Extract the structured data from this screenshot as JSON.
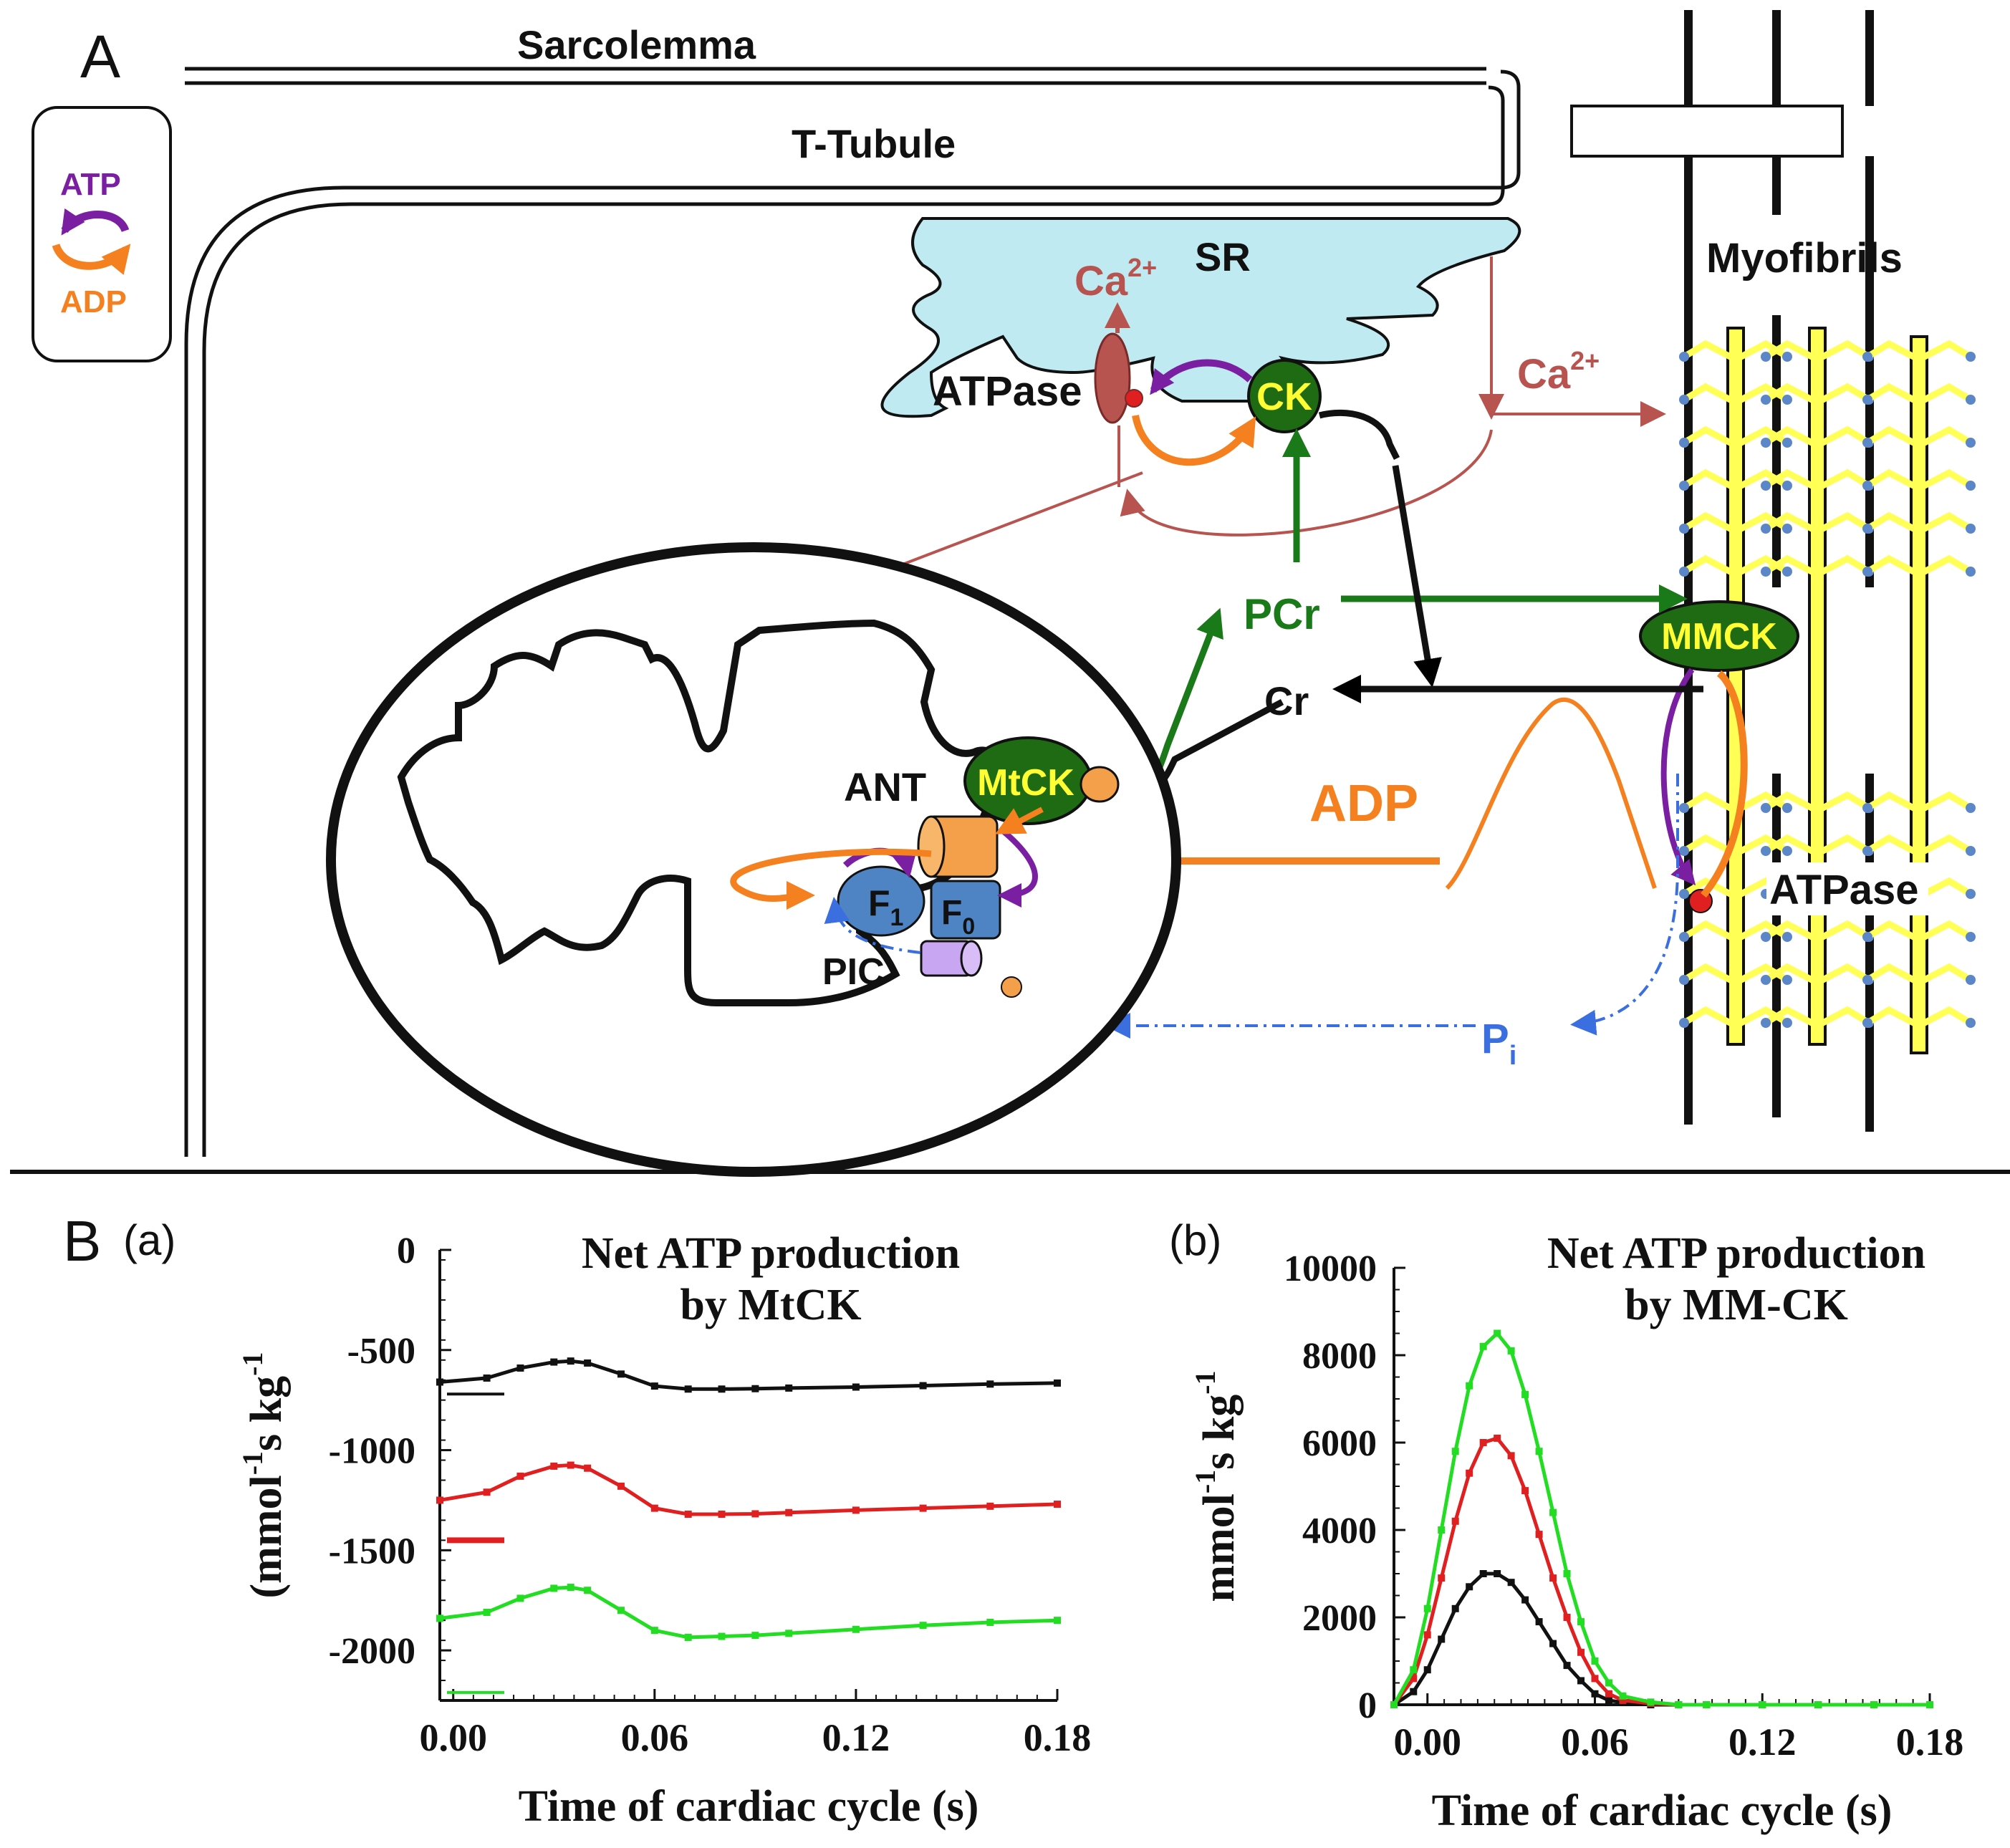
{
  "panel_a": {
    "letter": "A",
    "legend": {
      "atp": "ATP",
      "adp": "ADP"
    },
    "labels": {
      "sarcolemma": "Sarcolemma",
      "t_tubule": "T-Tubule",
      "sr": "SR",
      "ca_base": "Ca",
      "ca_sup": "2+",
      "atpase_sr": "ATPase",
      "ck": "CK",
      "myofibrils": "Myofibrils",
      "mmck": "MMCK",
      "pcr": "PCr",
      "cr": "Cr",
      "mtck": "MtCK",
      "ant": "ANT",
      "adp_flux": "ADP",
      "f1_base": "F",
      "f1_sub": "1",
      "f0_base": "F",
      "f0_sub": "0",
      "pic": "PIC",
      "atpase_myo": "ATPase",
      "pi_base": "P",
      "pi_sub": "i"
    },
    "colors": {
      "atp": "#7b1fa2",
      "adp": "#f4801f",
      "ca": "#b85450",
      "pcr": "#1a7a1a",
      "pi": "#3b6fe0",
      "sr": "#bfeaf1",
      "ck": "#1e6b14",
      "ck_text": "#ffff33",
      "myosin": "#ffff55"
    }
  },
  "panel_b": {
    "letter": "B",
    "sub_a": "(a)",
    "sub_b": "(b)"
  },
  "chart_data": [
    {
      "type": "line",
      "title": "Net ATP production\nby  MtCK",
      "title_lines": [
        "Net ATP production",
        "by  MtCK"
      ],
      "xlabel": "Time of cardiac cycle (s)",
      "ylabel": "(mmol-1s kg-1",
      "ylabel_parts": [
        "(mmol",
        "-1",
        "s kg",
        "-1"
      ],
      "xlim": [
        -0.004,
        0.18
      ],
      "ylim": [
        -2250,
        0
      ],
      "xticks": [
        "0.00",
        "0.06",
        "0.12",
        "0.18"
      ],
      "yticks": [
        "0",
        "-500",
        "-1000",
        "-1500",
        "-2000"
      ],
      "series": [
        {
          "color": "#111111",
          "x": [
            -0.004,
            0.01,
            0.02,
            0.03,
            0.035,
            0.04,
            0.05,
            0.06,
            0.07,
            0.08,
            0.09,
            0.1,
            0.12,
            0.14,
            0.16,
            0.18
          ],
          "y": [
            -660,
            -640,
            -590,
            -560,
            -555,
            -565,
            -620,
            -680,
            -695,
            -695,
            -693,
            -690,
            -685,
            -678,
            -670,
            -665
          ],
          "baseline": -720
        },
        {
          "color": "#e02020",
          "x": [
            -0.004,
            0.01,
            0.02,
            0.03,
            0.035,
            0.04,
            0.05,
            0.06,
            0.07,
            0.08,
            0.09,
            0.1,
            0.12,
            0.14,
            0.16,
            0.18
          ],
          "y": [
            -1250,
            -1210,
            -1130,
            -1080,
            -1075,
            -1090,
            -1180,
            -1290,
            -1320,
            -1320,
            -1318,
            -1312,
            -1300,
            -1290,
            -1280,
            -1270
          ],
          "baseline": -1450
        },
        {
          "color": "#22dd22",
          "x": [
            -0.004,
            0.01,
            0.02,
            0.03,
            0.035,
            0.04,
            0.05,
            0.06,
            0.07,
            0.08,
            0.09,
            0.1,
            0.12,
            0.14,
            0.16,
            0.18
          ],
          "y": [
            -1840,
            -1810,
            -1740,
            -1690,
            -1685,
            -1700,
            -1800,
            -1900,
            -1935,
            -1930,
            -1925,
            -1915,
            -1895,
            -1875,
            -1860,
            -1850
          ],
          "baseline": -2210
        }
      ]
    },
    {
      "type": "line",
      "title": "Net ATP production\nby  MM-CK",
      "title_lines": [
        "Net ATP production",
        "by  MM-CK"
      ],
      "xlabel": "Time of cardiac cycle (s)",
      "ylabel": "mmol-1s kg-1",
      "ylabel_parts": [
        "mmol",
        "-1",
        "s kg",
        "-1"
      ],
      "xlim": [
        -0.012,
        0.18
      ],
      "ylim": [
        0,
        10000
      ],
      "xticks": [
        "0.00",
        "0.06",
        "0.12",
        "0.18"
      ],
      "yticks": [
        "0",
        "2000",
        "4000",
        "6000",
        "8000",
        "10000"
      ],
      "series": [
        {
          "color": "#111111",
          "x": [
            -0.012,
            -0.005,
            0.0,
            0.005,
            0.01,
            0.015,
            0.02,
            0.025,
            0.03,
            0.035,
            0.04,
            0.045,
            0.05,
            0.055,
            0.06,
            0.065,
            0.07,
            0.08,
            0.09,
            0.1,
            0.12,
            0.14,
            0.16,
            0.18
          ],
          "y": [
            0,
            300,
            800,
            1500,
            2200,
            2700,
            3000,
            3000,
            2800,
            2400,
            1900,
            1400,
            900,
            550,
            250,
            100,
            50,
            0,
            0,
            0,
            0,
            0,
            0,
            0
          ]
        },
        {
          "color": "#e02020",
          "x": [
            -0.012,
            -0.005,
            0.0,
            0.005,
            0.01,
            0.015,
            0.02,
            0.025,
            0.03,
            0.035,
            0.04,
            0.045,
            0.05,
            0.055,
            0.06,
            0.065,
            0.07,
            0.08,
            0.09,
            0.1,
            0.12,
            0.14,
            0.16,
            0.18
          ],
          "y": [
            0,
            600,
            1600,
            2900,
            4200,
            5300,
            6000,
            6100,
            5700,
            4900,
            3900,
            2900,
            2000,
            1200,
            600,
            250,
            100,
            30,
            0,
            0,
            0,
            0,
            0,
            0
          ]
        },
        {
          "color": "#22dd22",
          "x": [
            -0.012,
            -0.005,
            0.0,
            0.005,
            0.01,
            0.015,
            0.02,
            0.025,
            0.03,
            0.035,
            0.04,
            0.045,
            0.05,
            0.055,
            0.06,
            0.065,
            0.07,
            0.08,
            0.09,
            0.1,
            0.12,
            0.14,
            0.16,
            0.18
          ],
          "y": [
            0,
            800,
            2200,
            4000,
            5800,
            7300,
            8200,
            8500,
            8100,
            7100,
            5800,
            4400,
            3000,
            1900,
            1000,
            500,
            200,
            60,
            0,
            0,
            0,
            0,
            0,
            0
          ]
        }
      ]
    }
  ]
}
